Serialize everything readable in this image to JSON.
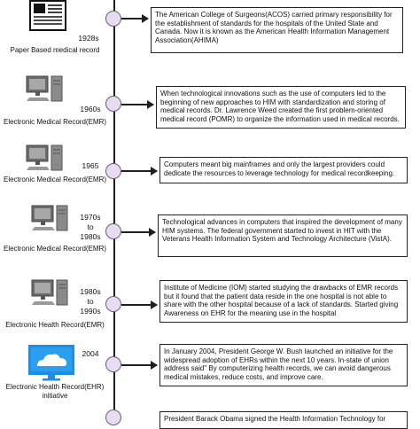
{
  "entries": [
    {
      "year": "1928s",
      "label": "Paper Based medical record",
      "icon": "newspaper-icon",
      "text": "The American College of Surgeons(ACOS) carried primary responsibility for the establishment of  standards for the hospitals of the United State and Canada. Now it is known as the American Health Information Management Association(AHIMA)"
    },
    {
      "year": "1960s",
      "label": "Electronic Medical Record(EMR)",
      "icon": "desktop-computer-icon",
      "text": "When technological innovations such as the use of computers led to the beginning of new approaches to HIM with standardization and storing of medical records. Dr. Lawrence Weed created the first problem-oriented medical record (POMR) to organize the information used in medical records."
    },
    {
      "year": "1965",
      "label": "Electronic Medical Record(EMR)",
      "icon": "desktop-computer-icon",
      "text": "Computers meant big mainframes and only the largest providers could dedicate the resources to leverage technology for medical recordkeeping."
    },
    {
      "year": "1970s\nto\n1980s",
      "label": "Electronic Medical Record(EMR)",
      "icon": "desktop-computer-icon",
      "text": "Technological advances in computers that inspired the development of many HIM  systems. The federal government started to invest in HIT with the Veterans Health Information System and Technology  Architecture (VistA)."
    },
    {
      "year": "1980s\nto\n1990s",
      "label": "Electronic Health Record(EMR)",
      "icon": "desktop-computer-icon",
      "text": "Institute of Medicine (IOM) started studying the drawbacks of EMR records but it found that the patient data reside in the one hospital is not able to share with the other hospital because of a lack of standards. Started giving Awareness on EHR for the meaning use in the hospital"
    },
    {
      "year": "2004",
      "label": "Electronic Health Record(EHR)\ninitiative",
      "icon": "cloud-monitor-icon",
      "text": "In January 2004, President George W. Bush launched an initiative for the widespread adoption of EHRs within the next 10 years. In-state of union address said\" By computerizing health records, we can avoid dangerous medical mistakes, reduce costs, and improve care."
    }
  ],
  "partial_text": "President Barack Obama signed the Health Information Technology for"
}
